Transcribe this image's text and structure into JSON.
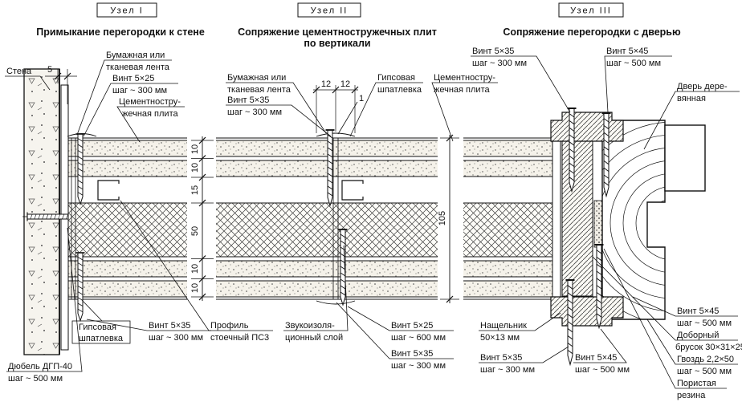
{
  "colors": {
    "ink": "#111111",
    "paper": "#ffffff"
  },
  "headers": {
    "node1": {
      "box": "Узел I",
      "title": "Примыкание перегородки к стене"
    },
    "node2": {
      "box": "Узел II",
      "title1": "Сопряжение цементностружечных плит",
      "title2": "по вертикали"
    },
    "node3": {
      "box": "Узел III",
      "title": "Сопряжение перегородки с дверью"
    }
  },
  "labels": {
    "wall": "Стена",
    "tape1_1": "Бумажная или",
    "tape1_2": "тканевая лента",
    "screw525_1": "Винт 5×25",
    "screw525_2": "шаг ~ 300 мм",
    "board1_1": "Цементностру-",
    "board1_2": "жечная плита",
    "tape2_1": "Бумажная или",
    "tape2_2": "тканевая лента",
    "screw535a_1": "Винт 5×35",
    "screw535a_2": "шаг ~ 300 мм",
    "putty2_1": "Гипсовая",
    "putty2_2": "шпатлевка",
    "board2_1": "Цементностру-",
    "board2_2": "жечная плита",
    "screw535b_1": "Винт 5×35",
    "screw535b_2": "шаг ~ 300 мм",
    "screw545a_1": "Винт 5×45",
    "screw545a_2": "шаг ~ 500 мм",
    "door_1": "Дверь дере-",
    "door_2": "вянная",
    "putty1_1": "Гипсовая",
    "putty1_2": "шпатлевка",
    "screw535c_1": "Винт 5×35",
    "screw535c_2": "шаг ~ 300 мм",
    "profile_1": "Профиль",
    "profile_2": "стоечный ПС3",
    "sound_1": "Звукоизоля-",
    "sound_2": "ционный слой",
    "screw525b_1": "Винт 5×25",
    "screw525b_2": "шаг ~ 600 мм",
    "screw535d_1": "Винт 5×35",
    "screw535d_2": "шаг ~ 300 мм",
    "nashcheln_1": "Нащельник",
    "nashcheln_2": "50×13 мм",
    "screw535e_1": "Винт 5×35",
    "screw535e_2": "шаг ~ 300 мм",
    "screw545b_1": "Винт 5×45",
    "screw545b_2": "шаг ~ 500 мм",
    "screw545c_1": "Винт 5×45",
    "screw545c_2": "шаг ~ 500 мм",
    "dobor_1": "Доборный",
    "dobor_2": "брусок 30×31×25",
    "nail_1": "Гвоздь 2,2×50",
    "nail_2": "шаг ~ 500 мм",
    "rubber_1": "Пористая",
    "rubber_2": "резина",
    "dowel_1": "Дюбель ДГП-40",
    "dowel_2": "шаг ~ 500 мм"
  },
  "dims": {
    "gap5": "5",
    "twelve_a": "12",
    "twelve_b": "12",
    "one": "1",
    "c1": "10",
    "c2": "10",
    "c3": "15",
    "c4": "50",
    "c5": "10",
    "c6": "10",
    "total": "105"
  }
}
